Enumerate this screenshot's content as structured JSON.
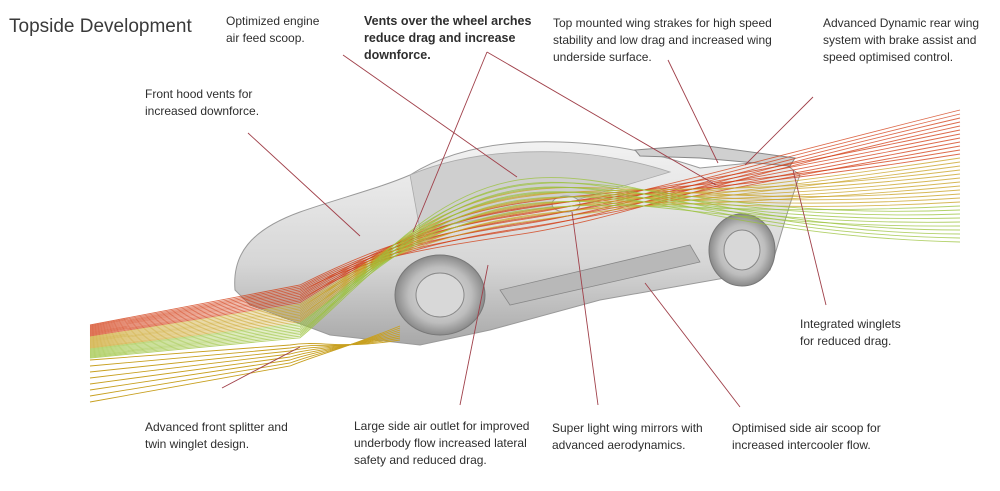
{
  "title": "Topside Development",
  "annotations": {
    "engine_scoop": "Optimized engine\nair feed scoop.",
    "wheel_arch_vents": "Vents over the wheel arches\nreduce drag and increase\ndownforce.",
    "wing_strakes": "Top mounted wing strakes for high speed\nstability and low drag and increased wing\nunderside surface.",
    "rear_wing": "Advanced Dynamic rear wing\nsystem with brake assist and\nspeed optimised control.",
    "hood_vents": "Front hood vents for\nincreased downforce.",
    "winglets": "Integrated winglets\nfor reduced drag.",
    "front_splitter": "Advanced front splitter and\ntwin winglet design.",
    "side_outlet": "Large side air outlet for improved\nunderbody flow increased lateral\nsafety and reduced drag.",
    "mirrors": "Super light wing mirrors with\nadvanced aerodynamics.",
    "side_scoop": "Optimised side air scoop for\nincreased intercooler flow."
  },
  "colors": {
    "leader": "#a0404a",
    "body": "#dcdcdc",
    "flow_hot": "#d23a10",
    "flow_mid": "#c8a020",
    "flow_cool": "#9ac23a"
  }
}
